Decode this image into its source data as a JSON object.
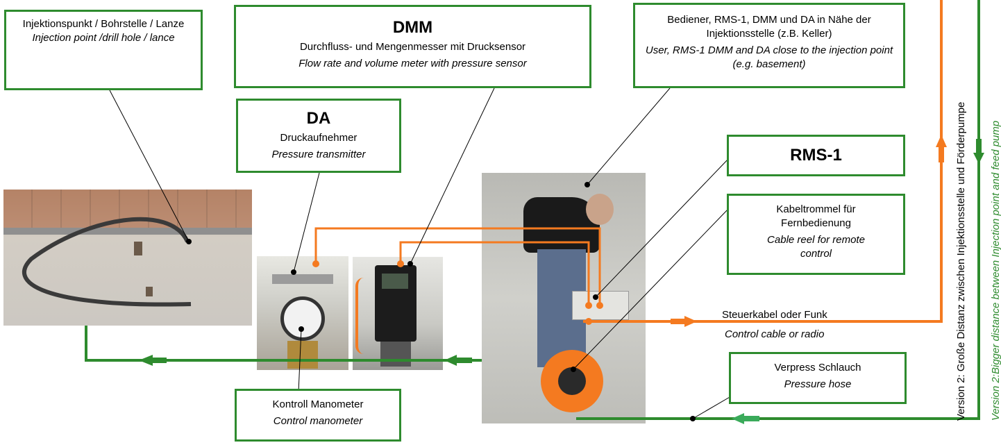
{
  "boxes": {
    "injection_point": {
      "de": "Injektionspunkt / Bohrstelle / Lanze",
      "en": "Injection point /drill hole / lance"
    },
    "dmm": {
      "title": "DMM",
      "de": "Durchfluss- und Mengenmesser mit Drucksensor",
      "en": "Flow rate and volume meter with pressure sensor"
    },
    "da": {
      "title": "DA",
      "de": "Druckaufnehmer",
      "en": "Pressure transmitter"
    },
    "operator": {
      "de": "Bediener, RMS-1, DMM und DA in Nähe der Injektionsstelle (z.B. Keller)",
      "en": "User, RMS-1 DMM and DA close to the injection point (e.g. basement)"
    },
    "rms1": {
      "title": "RMS-1"
    },
    "cable_reel": {
      "de": "Kabeltrommel für Fernbedienung",
      "en": "Cable reel for remote control"
    },
    "pressure_hose": {
      "de": "Verpress Schlauch",
      "en": "Pressure hose"
    },
    "control_manometer": {
      "de": "Kontroll Manometer",
      "en": "Control manometer"
    }
  },
  "control_cable": {
    "de": "Steuerkabel oder Funk",
    "en": "Control cable or radio"
  },
  "version2": {
    "de": "Version 2: Große Distanz zwischen Injektionsstelle und Förderpumpe",
    "en": "Version 2:Bigger distance between Injection point and feed pump"
  },
  "colors": {
    "green": "#2e8b2e",
    "orange": "#f47a20"
  }
}
